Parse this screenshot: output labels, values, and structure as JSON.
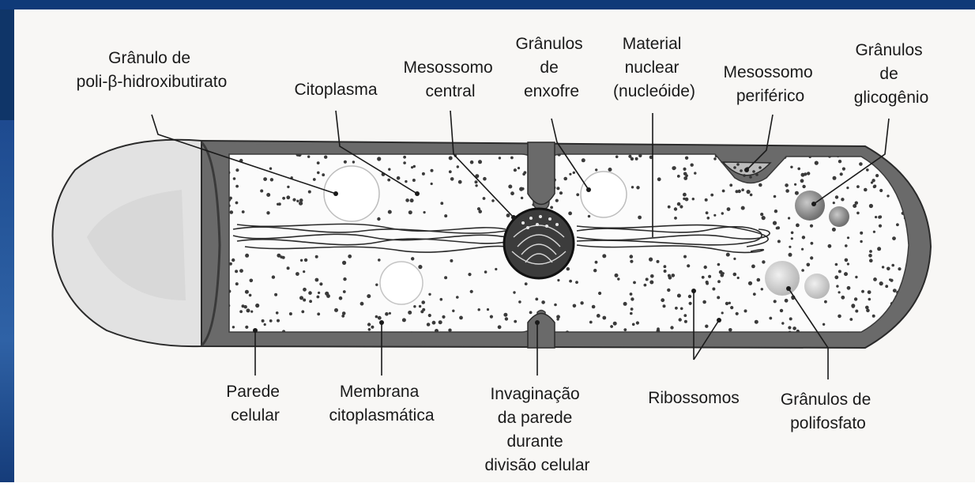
{
  "labels": {
    "granulo_poli": [
      "Grânulo de",
      "poli-β-hidroxibutirato"
    ],
    "citoplasma": [
      "Citoplasma"
    ],
    "mesossomo_central": [
      "Mesossomo",
      "central"
    ],
    "granulos_enxofre": [
      "Grânulos",
      "de",
      "enxofre"
    ],
    "material_nuclear": [
      "Material",
      "nuclear",
      "(nucleóide)"
    ],
    "mesossomo_periferico": [
      "Mesossomo",
      "periférico"
    ],
    "granulos_glicogenio": [
      "Grânulos",
      "de",
      "glicogênio"
    ],
    "parede_celular": [
      "Parede",
      "celular"
    ],
    "membrana": [
      "Membrana",
      "citoplasmática"
    ],
    "invaginacao": [
      "Invaginação",
      "da parede",
      "durante",
      "divisão celular"
    ],
    "ribossomos": [
      "Ribossomos"
    ],
    "granulos_polifosfato": [
      "Grânulos de",
      "polifosfato"
    ]
  },
  "colors": {
    "slide_blue": "#0f3a78",
    "cell_wall": "#6a6a6a",
    "ink": "#1a1a1a"
  }
}
